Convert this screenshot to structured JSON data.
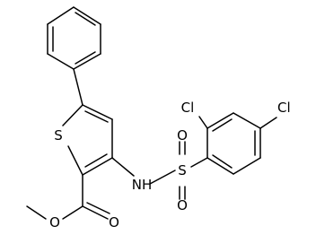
{
  "molecule": {
    "atoms": {
      "sulfur_ring": "S",
      "sulfonyl_s": "S",
      "sulfonyl_o_top": "O",
      "sulfonyl_o_bottom": "O",
      "amine": "NH",
      "chloro_ortho": "Cl",
      "chloro_para": "Cl",
      "ester_carbonyl_o": "O",
      "ester_ether_o": "O"
    }
  }
}
